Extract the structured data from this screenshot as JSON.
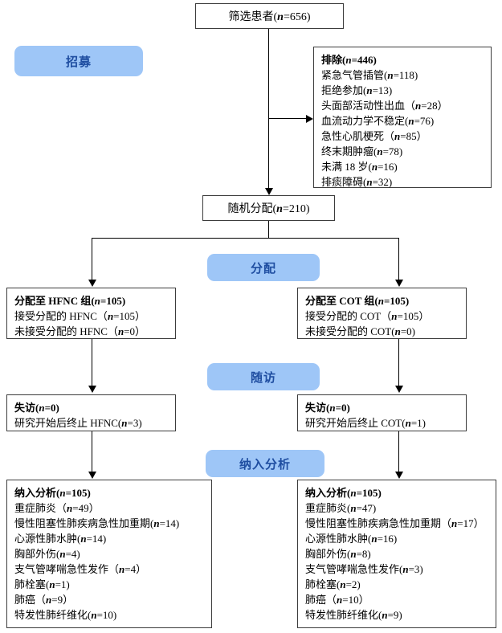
{
  "diagram": {
    "type": "consort-flow-diagram",
    "language": "zh-CN",
    "accent_color": "#9ec6f7",
    "accent_text_color": "#1f4ea1",
    "border_color": "#3c3c3c"
  },
  "stages": {
    "recruitment": "招募",
    "allocation": "分配",
    "followup": "随访",
    "analysis": "纳入分析"
  },
  "screening": {
    "title": "筛选患者(n=656)"
  },
  "exclusion": {
    "title": "排除(n=446)",
    "reasons": [
      "紧急气管插管(n=118)",
      "拒绝参加(n=13)",
      "头面部活动性出血（n=28）",
      "血流动力学不稳定(n=76)",
      "急性心肌梗死（n=85）",
      "终末期肿瘤(n=78)",
      "未满 18 岁(n=16)",
      "排痰障碍(n=32)"
    ]
  },
  "randomization": {
    "title": "随机分配(n=210)"
  },
  "allocation": {
    "left": {
      "title": "分配至 HFNC 组(n=105)",
      "lines": [
        "接受分配的 HFNC（n=105）",
        "未接受分配的 HFNC（n=0）"
      ]
    },
    "right": {
      "title": "分配至 COT 组(n=105)",
      "lines": [
        "接受分配的 COT（n=105）",
        "未接受分配的 COT(n=0)"
      ]
    }
  },
  "followup": {
    "left": {
      "title": "失访(n=0)",
      "lines": [
        "研究开始后终止 HFNC(n=3)"
      ]
    },
    "right": {
      "title": "失访(n=0)",
      "lines": [
        "研究开始后终止 COT(n=1)"
      ]
    }
  },
  "analysis": {
    "left": {
      "title": "纳入分析(n=105)",
      "lines": [
        "重症肺炎（n=49）",
        "慢性阻塞性肺疾病急性加重期(n=14)",
        "心源性肺水肿(n=14)",
        "胸部外伤(n=4)",
        "支气管哮喘急性发作（n=4）",
        "肺栓塞(n=1)",
        "肺癌（n=9）",
        "特发性肺纤维化(n=10)"
      ]
    },
    "right": {
      "title": "纳入分析(n=105)",
      "lines": [
        "重症肺炎(n=47)",
        "慢性阻塞性肺疾病急性加重期（n=17）",
        "心源性肺水肿(n=16)",
        "胸部外伤(n=8)",
        "支气管哮喘急性发作(n=3)",
        "肺栓塞(n=2)",
        "肺癌（n=10）",
        "特发性肺纤维化(n=9)"
      ]
    }
  }
}
